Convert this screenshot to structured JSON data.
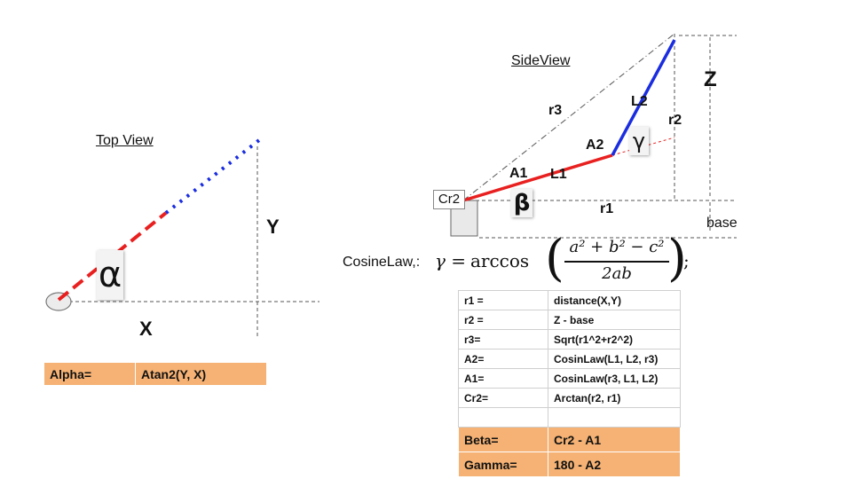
{
  "top_view": {
    "title": "Top View",
    "axis_x": "X",
    "axis_y": "Y",
    "angle_symbol": "α"
  },
  "side_view": {
    "title": "SideView",
    "labels": {
      "z": "Z",
      "base": "base",
      "r1": "r1",
      "r2": "r2",
      "r3": "r3",
      "l1": "L1",
      "l2": "L2",
      "a1": "A1",
      "a2": "A2",
      "cr2": "Cr2",
      "beta": "β",
      "gamma": "γ"
    }
  },
  "cosine_law": {
    "label": "CosineLaw,:",
    "lhs": "γ =",
    "func": "arccos",
    "numerator": "a² + b² − c²",
    "denominator": "2ab",
    "suffix": ";"
  },
  "alpha_row": {
    "name": "Alpha=",
    "formula": "Atan2(Y, X)"
  },
  "side_table": {
    "rows": [
      {
        "name": "r1 =",
        "formula": "distance(X,Y)"
      },
      {
        "name": "r2 =",
        "formula": "Z - base"
      },
      {
        "name": "r3=",
        "formula": "Sqrt(r1^2+r2^2)"
      },
      {
        "name": "A2=",
        "formula": "CosinLaw(L1, L2, r3)"
      },
      {
        "name": "A1=",
        "formula": "CosinLaw(r3, L1, L2)"
      },
      {
        "name": "Cr2=",
        "formula": "Arctan(r2, r1)"
      },
      {
        "name": "",
        "formula": ""
      }
    ],
    "results": [
      {
        "name": "Beta=",
        "formula": "Cr2 - A1"
      },
      {
        "name": "Gamma=",
        "formula": "180 - A2"
      }
    ]
  },
  "colors": {
    "link1": "#e8201f",
    "link2": "#1a2de0",
    "table_highlight": "#f5b274"
  }
}
